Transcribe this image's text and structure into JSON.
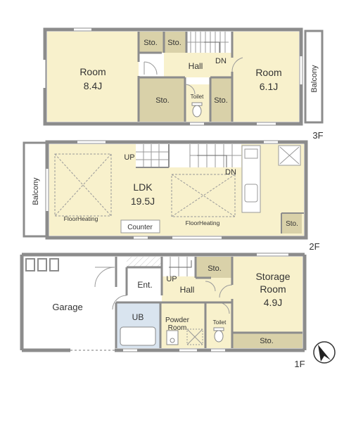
{
  "colors": {
    "wall": "#8c8c8c",
    "room": "#f8f1cc",
    "storage": "#d9d1a9",
    "wet": "#d9e4ef",
    "white": "#ffffff",
    "hatch": "#bbbbbb",
    "text": "#333333"
  },
  "floor3": {
    "floor_label": "3F",
    "room_west": {
      "name": "Room",
      "size": "8.4J"
    },
    "room_east": {
      "name": "Room",
      "size": "6.1J"
    },
    "sto_1": "Sto.",
    "sto_2": "Sto.",
    "sto_3": "Sto.",
    "sto_4": "Sto.",
    "hall": "Hall",
    "dn": "DN",
    "toilet": "Toilet",
    "balcony": "Balcony"
  },
  "floor2": {
    "floor_label": "2F",
    "ldk": {
      "name": "LDK",
      "size": "19.5J"
    },
    "up": "UP",
    "dn": "DN",
    "floor_heating_1": "FloorHeating",
    "floor_heating_2": "FloorHeating",
    "counter": "Counter",
    "sto": "Sto.",
    "balcony": "Balcony"
  },
  "floor1": {
    "floor_label": "1F",
    "garage": "Garage",
    "ent": "Ent.",
    "up": "UP",
    "hall": "Hall",
    "sto_top": "Sto.",
    "storage_room": {
      "line1": "Storage",
      "line2": "Room",
      "size": "4.9J"
    },
    "sto_bottom": "Sto.",
    "ub": "UB",
    "powder_room": {
      "line1": "Powder",
      "line2": "Room"
    },
    "toilet": "Toilet"
  },
  "compass": {
    "icon": "north-arrow-icon"
  }
}
